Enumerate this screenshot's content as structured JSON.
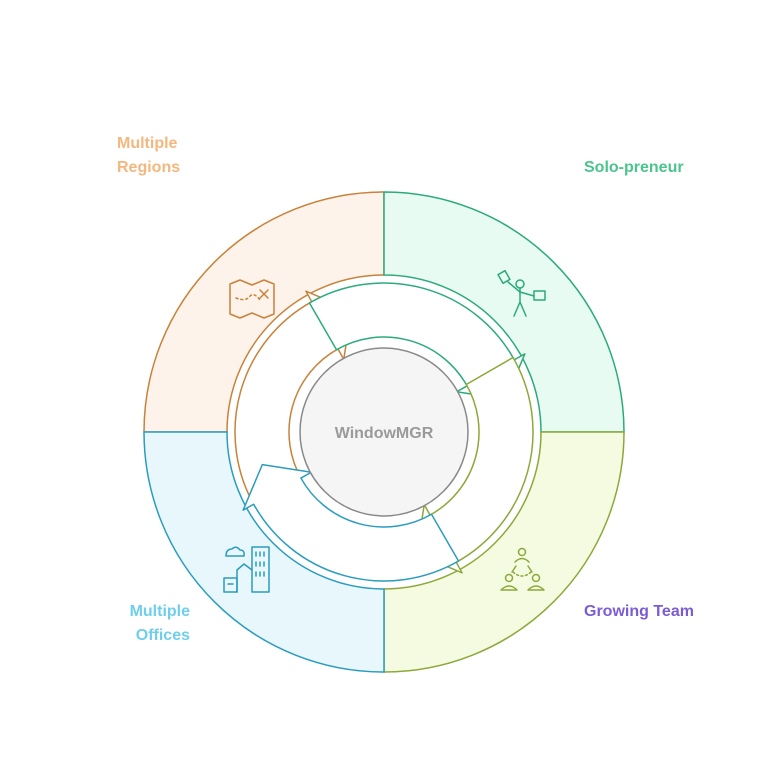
{
  "center": {
    "label": "WindowMGR"
  },
  "segments": [
    {
      "id": "multiple-regions",
      "label_lines": [
        "Multiple",
        "Regions"
      ],
      "icon": "map-icon",
      "label_color": "#F4B77E",
      "fill": "#FEF3EA",
      "stroke": "#C8823A"
    },
    {
      "id": "solo-preneur",
      "label_lines": [
        "Solo-preneur"
      ],
      "icon": "solo-worker-icon",
      "label_color": "#4CC48E",
      "fill": "#E8FBF2",
      "stroke": "#2BAA7C"
    },
    {
      "id": "growing-team",
      "label_lines": [
        "Growing Team"
      ],
      "icon": "team-icon",
      "label_color": "#7A5CD6",
      "fill": "#F4FBE0",
      "stroke": "#8DA83A"
    },
    {
      "id": "multiple-offices",
      "label_lines": [
        "Multiple",
        "Offices"
      ],
      "icon": "office-buildings-icon",
      "label_color": "#6FCFEA",
      "fill": "#E8F7FC",
      "stroke": "#2A9CC0"
    }
  ],
  "colors": {
    "center_fill": "#F5F5F5",
    "center_stroke": "#8A8A8A",
    "center_text": "#9A9A9A"
  }
}
